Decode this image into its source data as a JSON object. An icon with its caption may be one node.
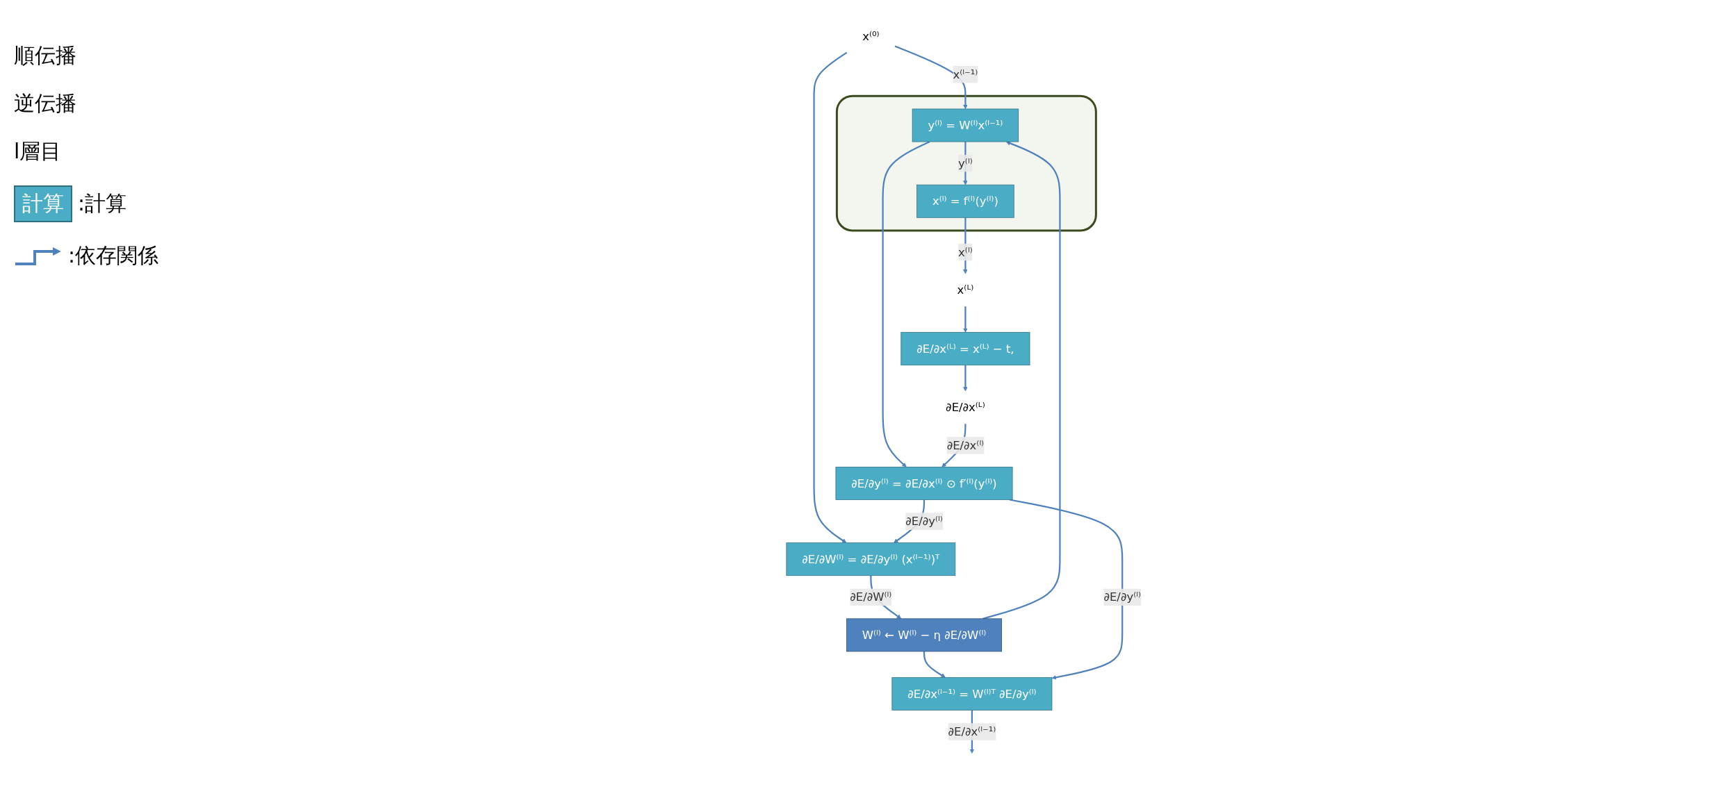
{
  "diagram": {
    "nodes": [
      {
        "text": [
          "x⁽⁰⁾"
        ]
      },
      {
        "text": [
          "W⁽ˡ⁾ ← W⁽ˡ⁾ − η ∂E/∂W⁽ˡ⁾"
        ]
      },
      {
        "text": [],
        "shape": "box"
      },
      {
        "text": [
          "y⁽ˡ⁾ = W⁽ˡ⁾x⁽ˡ⁻¹⁾"
        ],
        "in": 2
      },
      {
        "text": [
          "x⁽ˡ⁾ = f⁽ˡ⁾(y⁽ˡ⁾)"
        ],
        "in": 2
      },
      {
        "text": [
          "∂E/∂x⁽ˡ⁻¹⁾ = W⁽ˡ⁾ᵀ ∂E/∂y⁽ˡ⁾"
        ]
      },
      {
        "text": [
          "∂E/∂W⁽ˡ⁾ = ∂E/∂y⁽ˡ⁾ (x⁽ˡ⁻¹⁾)ᵀ"
        ]
      },
      {
        "text": [
          "∂E/∂y⁽ˡ⁾ = ∂E/∂x⁽ˡ⁾ ⊙ f′⁽ˡ⁾(y⁽ˡ⁾)"
        ]
      },
      {
        "text": [
          "x⁽ᴸ⁾"
        ]
      },
      {
        "text": [
          "∂E/∂x⁽ᴸ⁾ = x⁽ᴸ⁾ − t,"
        ]
      },
      {
        "text": [
          "∂E/∂x⁽ᴸ⁾"
        ]
      }
    ],
    "edges": [
      {
        "from": 0,
        "to": 3,
        "arrow": "to",
        "label": "x⁽ˡ⁻¹⁾"
      },
      {
        "from": 0,
        "to": 6,
        "arrow": "to"
      },
      {
        "from": 1,
        "to": 3,
        "arrow": "to"
      },
      {
        "from": 1,
        "to": 5,
        "arrow": "to"
      },
      {
        "from": 3,
        "to": 4,
        "arrow": "to",
        "label": "y⁽ˡ⁾"
      },
      {
        "from": 3,
        "to": 7,
        "arrow": "to"
      },
      {
        "from": 4,
        "to": 8,
        "arrow": "to",
        "label": "x⁽ˡ⁾"
      },
      {
        "from": 8,
        "to": 9,
        "arrow": "to"
      },
      {
        "from": 9,
        "to": 10,
        "arrow": "to"
      },
      {
        "from": 10,
        "to": 7,
        "arrow": "to",
        "label": "∂E/∂x⁽ˡ⁾"
      },
      {
        "from": 7,
        "to": 5,
        "arrow": "to",
        "label": "∂E/∂y⁽ˡ⁾"
      },
      {
        "from": 7,
        "to": 6,
        "arrow": "to",
        "label": "∂E/∂y⁽ˡ⁾"
      },
      {
        "from": 5,
        "to": null,
        "arrow": "to",
        "label": "∂E/∂x⁽ˡ⁻¹⁾"
      },
      {
        "from": 6,
        "to": 1,
        "arrow": "to",
        "label": "∂E/∂W⁽ˡ⁾"
      }
    ],
    "labels": [
      "順伝播",
      "逆伝播",
      "l層目",
      "計算"
    ],
    "legend": [
      {
        "text": ":計算",
        "color": "#4bacc6"
      },
      {
        "text": ":依存関係"
      }
    ]
  }
}
